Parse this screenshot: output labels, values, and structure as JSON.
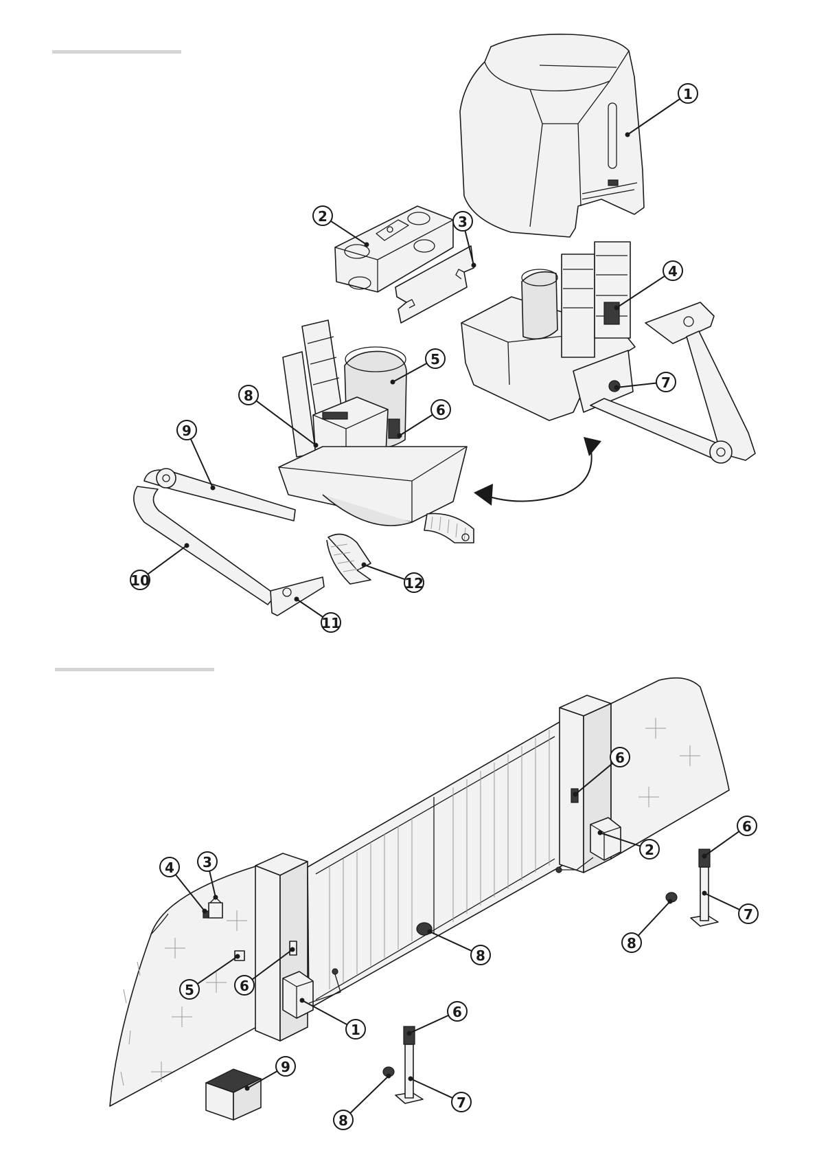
{
  "figure_top": {
    "parts": [
      {
        "id": "top-cover",
        "callout": "1"
      },
      {
        "id": "top-fixing-plate",
        "callout": "2"
      },
      {
        "id": "top-counterplate",
        "callout": "3"
      },
      {
        "id": "top-control-board",
        "callout": "4"
      },
      {
        "id": "top-gearmotor",
        "callout": "5"
      },
      {
        "id": "top-limit-switch-microswitch",
        "callout": "6"
      },
      {
        "id": "top-release-device",
        "callout": "7"
      },
      {
        "id": "top-transformer",
        "callout": "8"
      },
      {
        "id": "top-straight-arm",
        "callout": "9"
      },
      {
        "id": "top-curved-arm",
        "callout": "10"
      },
      {
        "id": "top-gate-bracket",
        "callout": "11"
      },
      {
        "id": "top-travel-stops",
        "callout": "12"
      }
    ]
  },
  "figure_bottom": {
    "parts": [
      {
        "id": "bottom-operator-left",
        "callout": "1"
      },
      {
        "id": "bottom-operator-right",
        "callout": "2"
      },
      {
        "id": "bottom-flashing-light",
        "callout": "3"
      },
      {
        "id": "bottom-antenna",
        "callout": "4"
      },
      {
        "id": "bottom-key-selector",
        "callout": "5"
      },
      {
        "id": "bottom-photocell-left",
        "callout": "6"
      },
      {
        "id": "bottom-photocell-right",
        "callout": "6"
      },
      {
        "id": "bottom-photocell-post-front",
        "callout": "6"
      },
      {
        "id": "bottom-photocell-post-right",
        "callout": "6"
      },
      {
        "id": "bottom-post-front",
        "callout": "7"
      },
      {
        "id": "bottom-post-right",
        "callout": "7"
      },
      {
        "id": "bottom-gate-stop-middle",
        "callout": "8"
      },
      {
        "id": "bottom-gate-stop-front",
        "callout": "8"
      },
      {
        "id": "bottom-gate-stop-right",
        "callout": "8"
      },
      {
        "id": "bottom-junction-box",
        "callout": "9"
      }
    ]
  }
}
